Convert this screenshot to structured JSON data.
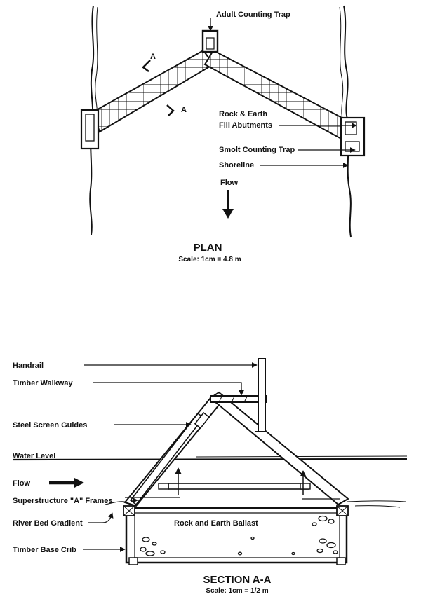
{
  "plan": {
    "title": "PLAN",
    "scale": "Scale: 1cm = 4.8 m",
    "labels": {
      "adult_trap": "Adult Counting Trap",
      "section_marker": "A",
      "abutment_line1": "Rock & Earth",
      "abutment_line2": "Fill Abutments",
      "smolt_trap": "Smolt Counting Trap",
      "shoreline": "Shoreline",
      "flow": "Flow"
    }
  },
  "section": {
    "title": "SECTION  A-A",
    "scale": "Scale: 1cm = 1/2 m",
    "labels": {
      "handrail": "Handrail",
      "walkway": "Timber Walkway",
      "screen_guides": "Steel Screen Guides",
      "water_level": "Water Level",
      "flow": "Flow",
      "frames": "Superstructure \"A\" Frames",
      "gradient": "River Bed Gradient",
      "crib": "Timber Base Crib",
      "ballast": "Rock and Earth Ballast"
    }
  }
}
